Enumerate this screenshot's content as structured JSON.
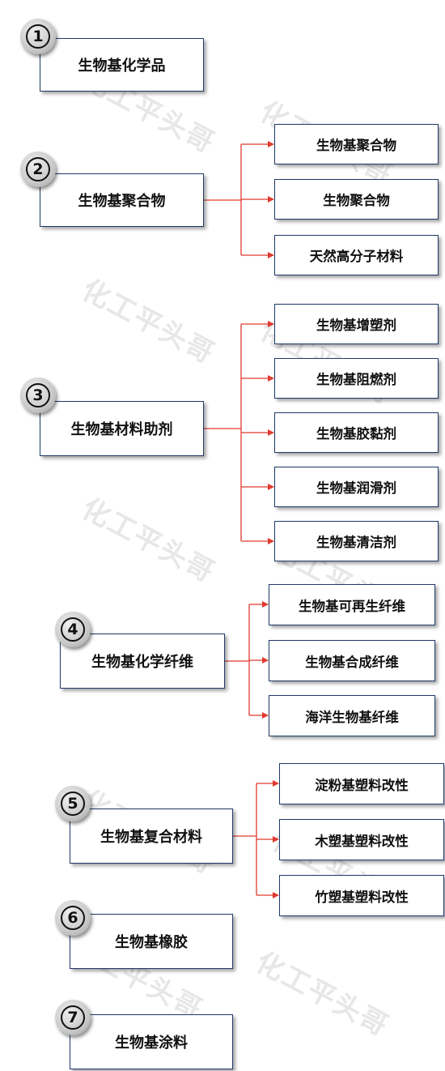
{
  "watermark": "化工平头哥",
  "colors": {
    "box_border": "#1f3a68",
    "connector": "#e03a2f",
    "badge": "#c9c9c9"
  },
  "categories": [
    {
      "number": "1",
      "label": "生物基化学品",
      "children": []
    },
    {
      "number": "2",
      "label": "生物基聚合物",
      "children": [
        "生物基聚合物",
        "生物聚合物",
        "天然高分子材料"
      ]
    },
    {
      "number": "3",
      "label": "生物基材料助剂",
      "children": [
        "生物基增塑剂",
        "生物基阻燃剂",
        "生物基胶黏剂",
        "生物基润滑剂",
        "生物基清洁剂"
      ]
    },
    {
      "number": "4",
      "label": "生物基化学纤维",
      "children": [
        "生物基可再生纤维",
        "生物基合成纤维",
        "海洋生物基纤维"
      ]
    },
    {
      "number": "5",
      "label": "生物基复合材料",
      "children": [
        "淀粉基塑料改性",
        "木塑基塑料改性",
        "竹塑基塑料改性"
      ]
    },
    {
      "number": "6",
      "label": "生物基橡胶",
      "children": []
    },
    {
      "number": "7",
      "label": "生物基涂料",
      "children": []
    }
  ]
}
